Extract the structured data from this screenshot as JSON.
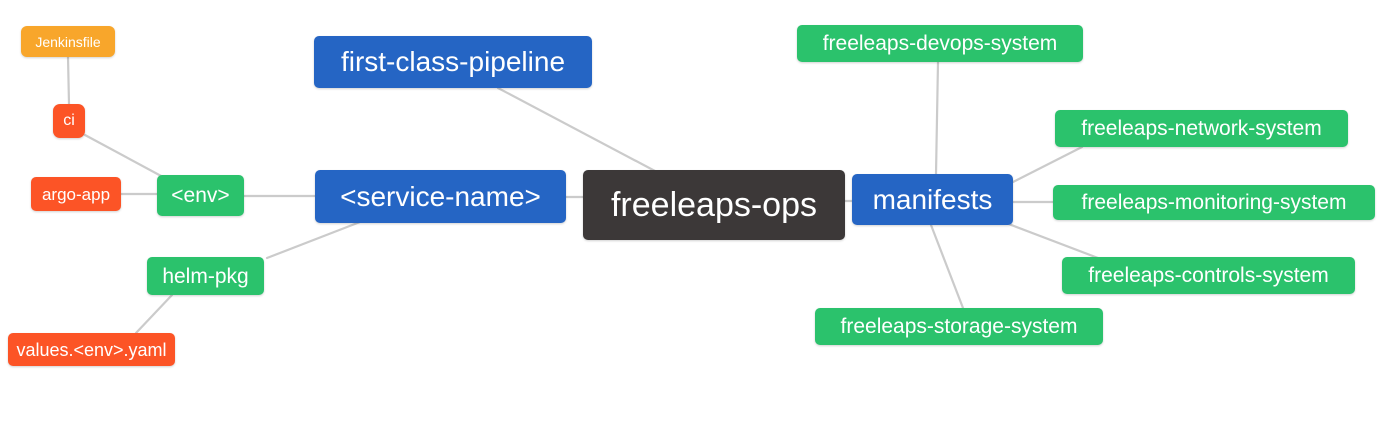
{
  "diagram": {
    "type": "mindmap",
    "background": "#ffffff",
    "edge_color": "#cbcbcb",
    "palette": {
      "blue": "#2565C4",
      "green": "#2BC26C",
      "orange": "#F8A62B",
      "red": "#FC5426",
      "dark": "#3C3838"
    },
    "root": "freeleaps-ops",
    "nodes": [
      {
        "id": "jenkinsfile",
        "label": "Jenkinsfile",
        "color": "orange"
      },
      {
        "id": "ci",
        "label": "ci",
        "color": "red"
      },
      {
        "id": "argo-app",
        "label": "argo-app",
        "color": "red"
      },
      {
        "id": "env",
        "label": "<env>",
        "color": "green"
      },
      {
        "id": "helm-pkg",
        "label": "helm-pkg",
        "color": "green"
      },
      {
        "id": "values-env-yaml",
        "label": "values.<env>.yaml",
        "color": "red"
      },
      {
        "id": "first-class-pipeline",
        "label": "first-class-pipeline",
        "color": "blue"
      },
      {
        "id": "service-name",
        "label": "<service-name>",
        "color": "blue"
      },
      {
        "id": "freeleaps-ops",
        "label": "freeleaps-ops",
        "color": "dark"
      },
      {
        "id": "manifests",
        "label": "manifests",
        "color": "blue"
      },
      {
        "id": "freeleaps-devops-system",
        "label": "freeleaps-devops-system",
        "color": "green"
      },
      {
        "id": "freeleaps-network-system",
        "label": "freeleaps-network-system",
        "color": "green"
      },
      {
        "id": "freeleaps-monitoring-system",
        "label": "freeleaps-monitoring-system",
        "color": "green"
      },
      {
        "id": "freeleaps-controls-system",
        "label": "freeleaps-controls-system",
        "color": "green"
      },
      {
        "id": "freeleaps-storage-system",
        "label": "freeleaps-storage-system",
        "color": "green"
      }
    ],
    "edges": [
      [
        "freeleaps-ops",
        "first-class-pipeline"
      ],
      [
        "freeleaps-ops",
        "service-name"
      ],
      [
        "freeleaps-ops",
        "manifests"
      ],
      [
        "service-name",
        "env"
      ],
      [
        "service-name",
        "helm-pkg"
      ],
      [
        "env",
        "ci"
      ],
      [
        "env",
        "argo-app"
      ],
      [
        "ci",
        "jenkinsfile"
      ],
      [
        "helm-pkg",
        "values-env-yaml"
      ],
      [
        "manifests",
        "freeleaps-devops-system"
      ],
      [
        "manifests",
        "freeleaps-network-system"
      ],
      [
        "manifests",
        "freeleaps-monitoring-system"
      ],
      [
        "manifests",
        "freeleaps-controls-system"
      ],
      [
        "manifests",
        "freeleaps-storage-system"
      ]
    ]
  }
}
